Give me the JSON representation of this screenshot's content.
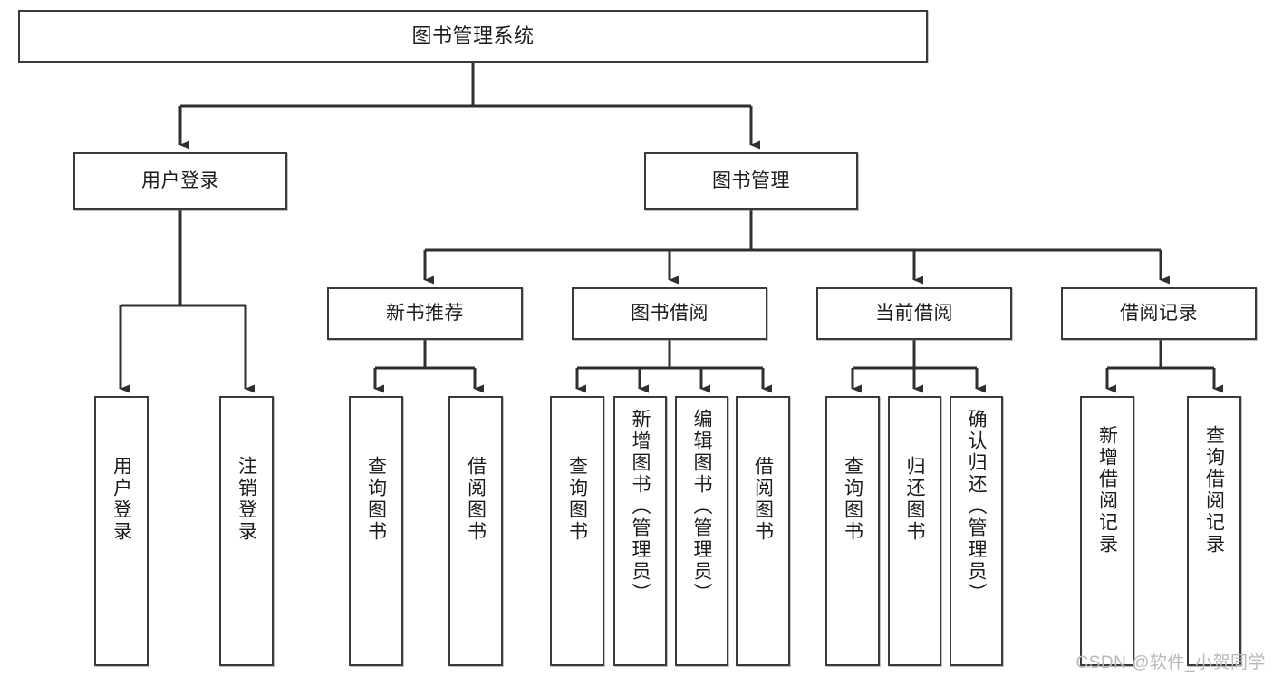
{
  "diagram": {
    "type": "tree-hierarchy-flowchart",
    "title": "图书管理系统",
    "watermark": "CSDN @软件_小贺同学",
    "colors": {
      "box_border": "#3a3a3a",
      "box_fill": "#ffffff",
      "connector": "#2f2f2f",
      "text": "#1b1b1b",
      "watermark": "#b9b9b9"
    },
    "nodes": {
      "root": {
        "label": "图书管理系统",
        "level": 1
      },
      "level2": [
        {
          "id": "user-login",
          "label": "用户登录"
        },
        {
          "id": "book-manage",
          "label": "图书管理"
        }
      ],
      "level3": [
        {
          "id": "new-book-recommend",
          "label": "新书推荐",
          "parent": "book-manage"
        },
        {
          "id": "book-borrow",
          "label": "图书借阅",
          "parent": "book-manage"
        },
        {
          "id": "current-borrow",
          "label": "当前借阅",
          "parent": "book-manage"
        },
        {
          "id": "borrow-record",
          "label": "借阅记录",
          "parent": "book-manage"
        }
      ],
      "leaves": [
        {
          "id": "leaf-user-login",
          "label": "用户登录",
          "parent": "user-login"
        },
        {
          "id": "leaf-logout",
          "label": "注销登录",
          "parent": "user-login"
        },
        {
          "id": "leaf-query-book-1",
          "label": "查询图书",
          "parent": "new-book-recommend"
        },
        {
          "id": "leaf-borrow-book-1",
          "label": "借阅图书",
          "parent": "new-book-recommend"
        },
        {
          "id": "leaf-query-book-2",
          "label": "查询图书",
          "parent": "book-borrow"
        },
        {
          "id": "leaf-add-book",
          "label": "新增图书（管理员）",
          "parent": "book-borrow"
        },
        {
          "id": "leaf-edit-book",
          "label": "编辑图书（管理员）",
          "parent": "book-borrow"
        },
        {
          "id": "leaf-borrow-book-2",
          "label": "借阅图书",
          "parent": "book-borrow"
        },
        {
          "id": "leaf-query-book-3",
          "label": "查询图书",
          "parent": "current-borrow"
        },
        {
          "id": "leaf-return-book",
          "label": "归还图书",
          "parent": "current-borrow"
        },
        {
          "id": "leaf-confirm-return",
          "label": "确认归还（管理员）",
          "parent": "current-borrow"
        },
        {
          "id": "leaf-add-record",
          "label": "新增借阅记录",
          "parent": "borrow-record"
        },
        {
          "id": "leaf-query-record",
          "label": "查询借阅记录",
          "parent": "borrow-record"
        }
      ]
    }
  }
}
